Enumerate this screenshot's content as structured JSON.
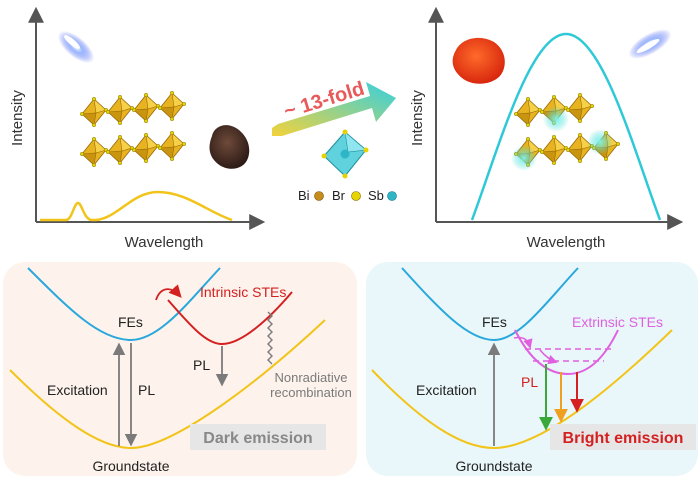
{
  "top_left": {
    "y_axis": "Intensity",
    "x_axis": "Wavelength"
  },
  "top_right": {
    "y_axis": "Intensity",
    "x_axis": "Wavelength"
  },
  "arrow_label": "~ 13-fold",
  "atom_legend": {
    "bi": "Bi",
    "br": "Br",
    "sb": "Sb"
  },
  "bottom_left": {
    "fes": "FEs",
    "stes": "Intrinsic STEs",
    "excitation": "Excitation",
    "pl_left": "PL",
    "pl_right": "PL",
    "nonrad_line1": "Nonradiative",
    "nonrad_line2": "recombination",
    "emission": "Dark emission",
    "ground": "Groundstate"
  },
  "bottom_right": {
    "fes": "FEs",
    "stes": "Extrinsic STEs",
    "excitation": "Excitation",
    "pl": "PL",
    "emission": "Bright emission",
    "ground": "Groundstate"
  },
  "colors": {
    "axis": "#555555",
    "yellow": "#f2c41a",
    "cyan": "#2ec9d6",
    "blue_curve": "#2aa8dc",
    "red": "#d42020",
    "magenta": "#e060e0",
    "green": "#3aa83a",
    "orange": "#f0a020",
    "grey_text": "#7a7a7a",
    "panel_left": "#fdf3ec",
    "panel_right": "#e9f7fa",
    "octahedron": "#e7b321",
    "atom_bi": "#c78d1a",
    "atom_br": "#e7d300",
    "atom_sb": "#2fb6c6"
  }
}
